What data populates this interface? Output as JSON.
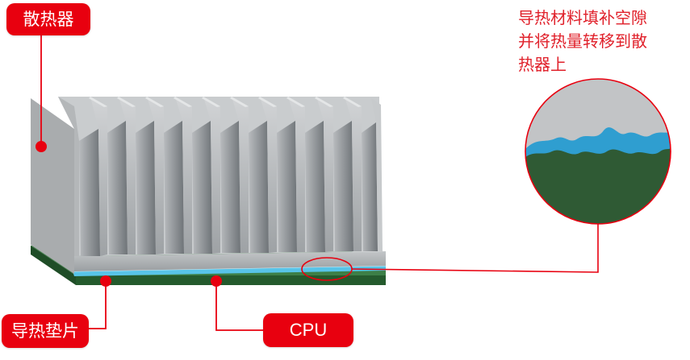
{
  "labels": {
    "heatsink": "散热器",
    "thermal_pad": "导热垫片",
    "cpu": "CPU"
  },
  "note": "导热材料填补空隙\n并将热量转移到散\n热器上",
  "colors": {
    "accent_red": "#e8000f",
    "heatsink_gray": "#a9acae",
    "cpu_green": "#2f6b3a",
    "thermal_pad_blue": "#58c4e8",
    "zoom_dark_green": "#2f5a34",
    "zoom_blue": "#2f9ed0"
  }
}
